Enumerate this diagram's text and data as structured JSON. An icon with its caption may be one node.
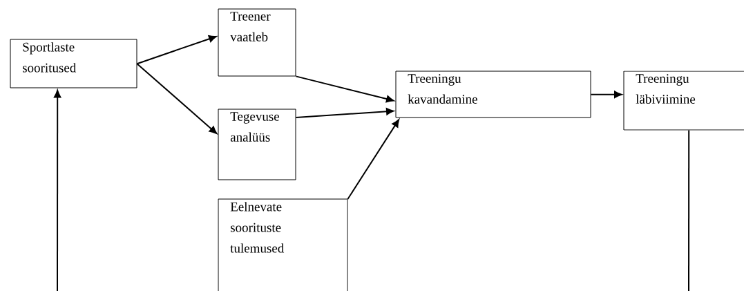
{
  "diagram": {
    "nodes": [
      {
        "text": [
          "Sportlaste sooritused"
        ]
      },
      {
        "text": [
          "Treener vaatleb"
        ]
      },
      {
        "text": [
          "Tegevuse analüüs"
        ]
      },
      {
        "text": [
          "Eelnevate soorituste tulemused"
        ]
      },
      {
        "text": [
          "Treeningu kavandamine"
        ]
      },
      {
        "text": [
          "Treeningu läbiviimine"
        ]
      }
    ],
    "edges": [
      {
        "from": 0,
        "to": 1,
        "arrow": "to"
      },
      {
        "from": 0,
        "to": 2,
        "arrow": "to"
      },
      {
        "from": 1,
        "to": 4,
        "arrow": "to"
      },
      {
        "from": 2,
        "to": 4,
        "arrow": "to"
      },
      {
        "from": 3,
        "to": 4,
        "arrow": "to"
      },
      {
        "from": 4,
        "to": 5,
        "arrow": "to"
      },
      {
        "from": 5,
        "to": null,
        "arrow": "none"
      },
      {
        "from": null,
        "to": 0,
        "arrow": "to"
      }
    ]
  }
}
